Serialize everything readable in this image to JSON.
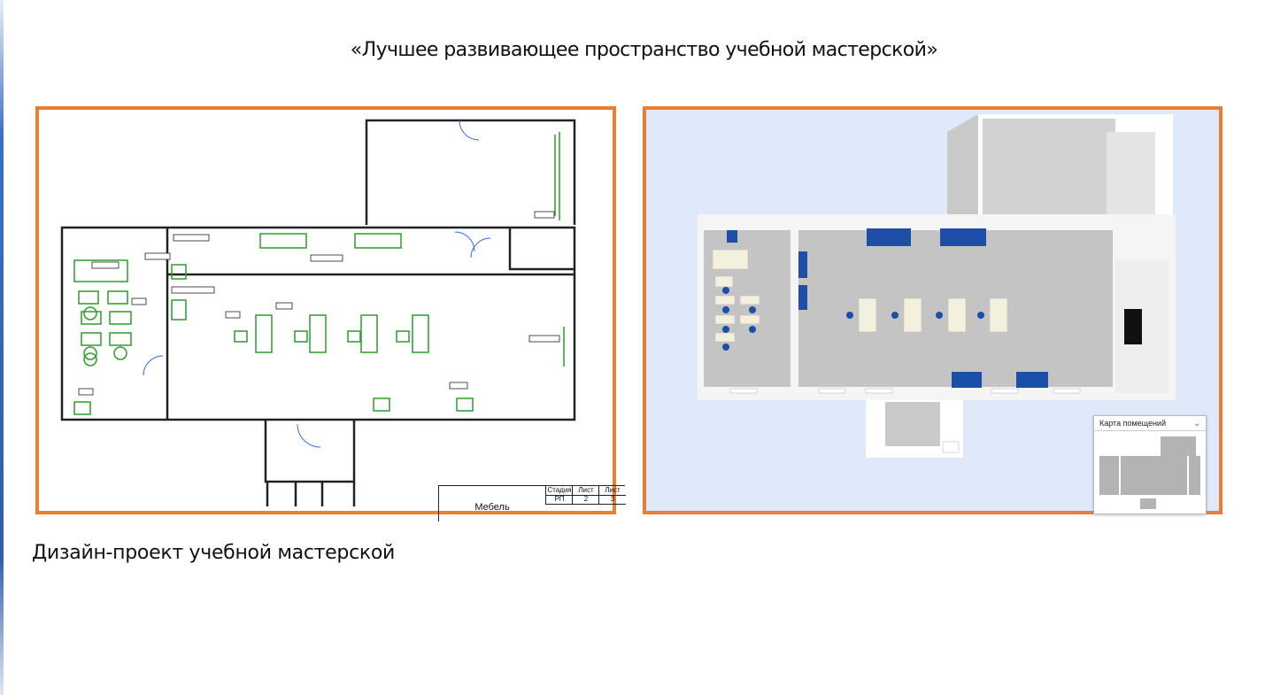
{
  "slide": {
    "title": "«Лучшее развивающее пространство учебной мастерской»",
    "caption": "Дизайн-проект учебной мастерской"
  },
  "plan": {
    "stamp": {
      "name": "Мебель",
      "stage_header": "Стадия",
      "sheet_header": "Лист",
      "sheets_header": "Лист",
      "stage_value": "РП",
      "sheet_value": "2",
      "sheets_value": "3"
    }
  },
  "view3d": {
    "minimap_title": "Карта помещений"
  },
  "colors": {
    "accent_border": "#ed7d31",
    "plan_furniture": "#2e9b2e",
    "desk_blue": "#1d4fa8",
    "floor_gray": "#bcbcbc",
    "sky": "#dfe9fa"
  }
}
